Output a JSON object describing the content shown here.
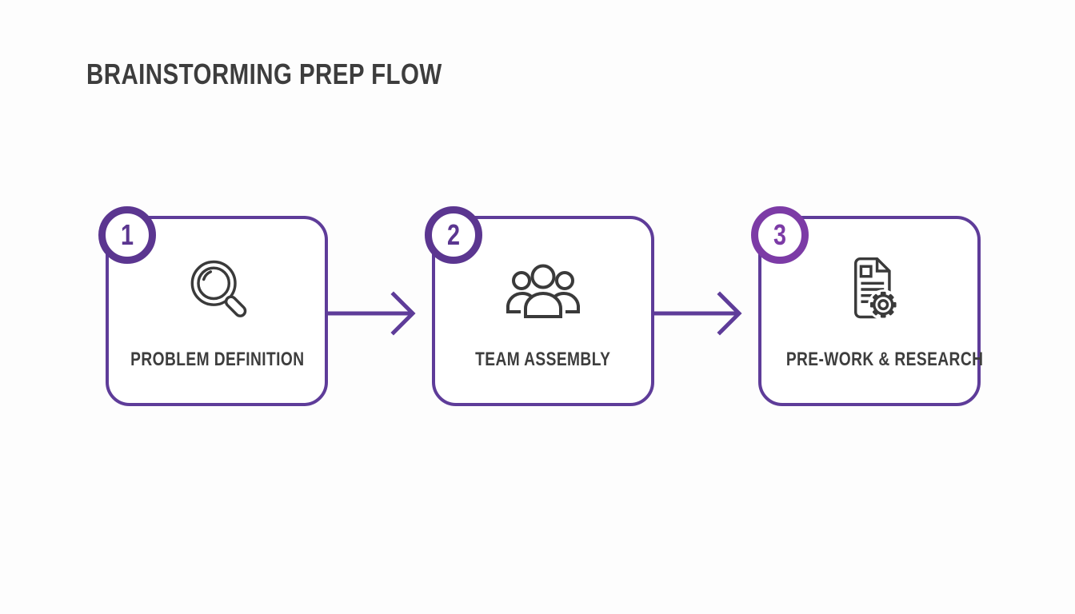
{
  "title": "BRAINSTORMING PREP FLOW",
  "colors": {
    "purple": "#5E3C99",
    "badge_purple": "#5B3690",
    "badge3_purple": "#7C3BA6",
    "text_dark": "#3D3D3D",
    "icon_stroke": "#3A3A3A",
    "bg": "#FDFDFD"
  },
  "steps": [
    {
      "number": "1",
      "label": "PROBLEM DEFINITION",
      "icon": "magnifier-search-icon"
    },
    {
      "number": "2",
      "label": "TEAM ASSEMBLY",
      "icon": "team-people-icon"
    },
    {
      "number": "3",
      "label": "PRE-WORK & RESEARCH",
      "icon": "document-gear-icon"
    }
  ]
}
